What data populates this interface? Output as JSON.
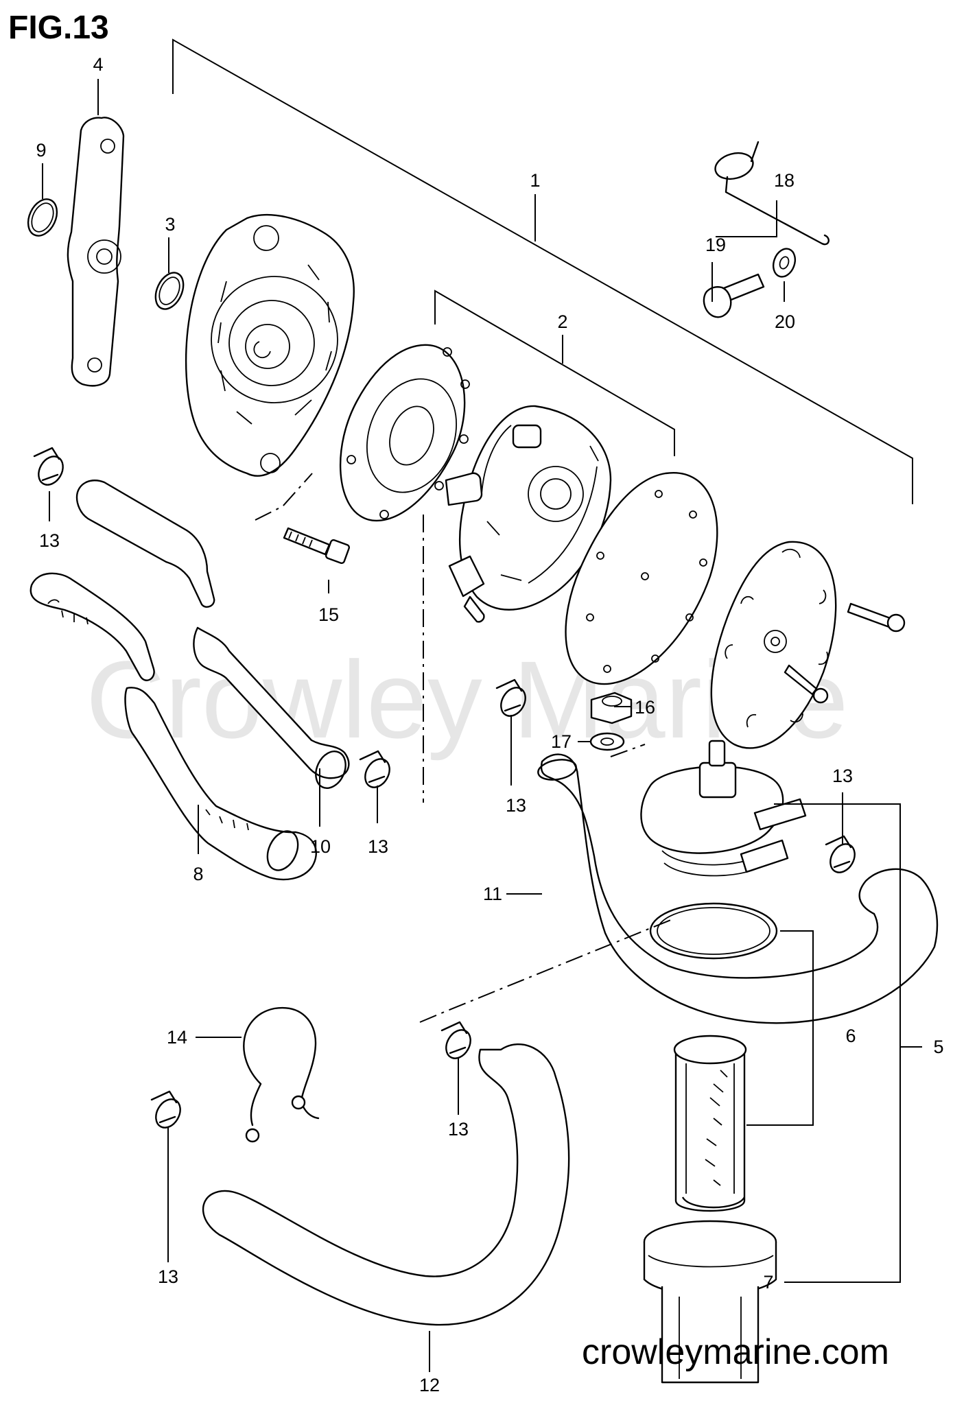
{
  "figure": {
    "title": "FIG.13"
  },
  "watermark": "Crowley Marine",
  "site_url": "crowleymarine.com",
  "callouts": [
    {
      "id": "c-1",
      "text": "1"
    },
    {
      "id": "c-2",
      "text": "2"
    },
    {
      "id": "c-3",
      "text": "3"
    },
    {
      "id": "c-4",
      "text": "4"
    },
    {
      "id": "c-5",
      "text": "5"
    },
    {
      "id": "c-6",
      "text": "6"
    },
    {
      "id": "c-7",
      "text": "7"
    },
    {
      "id": "c-8",
      "text": "8"
    },
    {
      "id": "c-9",
      "text": "9"
    },
    {
      "id": "c-10",
      "text": "10"
    },
    {
      "id": "c-11",
      "text": "11"
    },
    {
      "id": "c-12",
      "text": "12"
    },
    {
      "id": "c-13a",
      "text": "13"
    },
    {
      "id": "c-13b",
      "text": "13"
    },
    {
      "id": "c-13c",
      "text": "13"
    },
    {
      "id": "c-13d",
      "text": "13"
    },
    {
      "id": "c-13e",
      "text": "13"
    },
    {
      "id": "c-13f",
      "text": "13"
    },
    {
      "id": "c-14",
      "text": "14"
    },
    {
      "id": "c-15",
      "text": "15"
    },
    {
      "id": "c-16",
      "text": "16"
    },
    {
      "id": "c-17",
      "text": "17"
    },
    {
      "id": "c-18",
      "text": "18"
    },
    {
      "id": "c-19",
      "text": "19"
    },
    {
      "id": "c-20",
      "text": "20"
    }
  ]
}
